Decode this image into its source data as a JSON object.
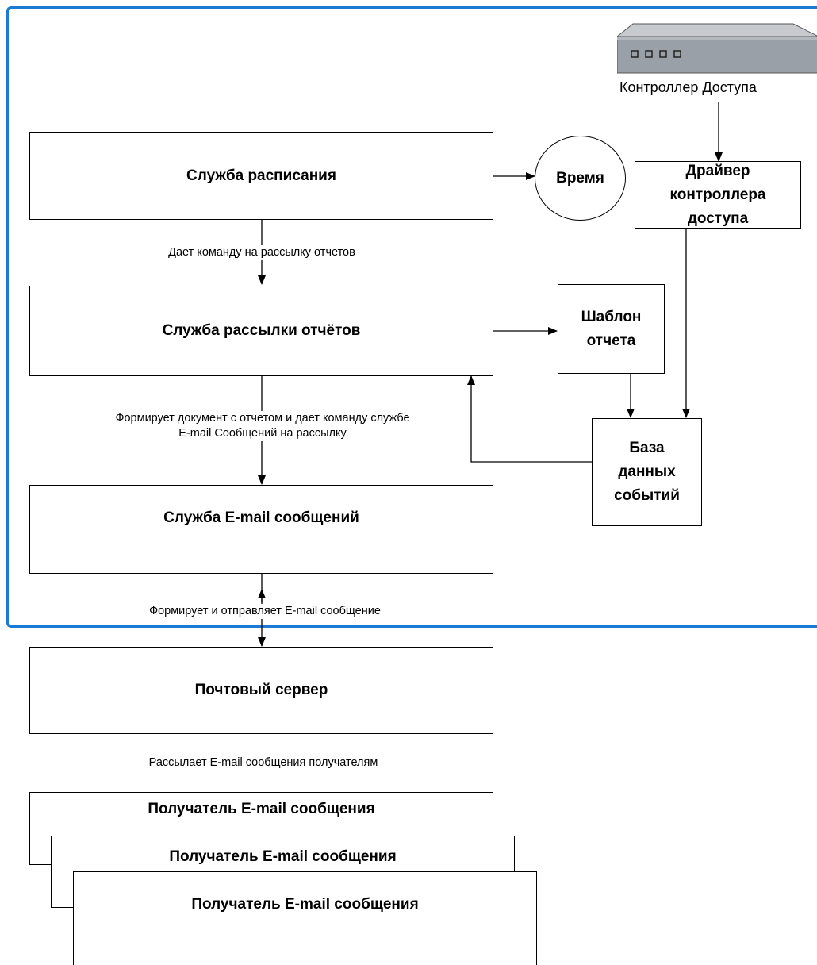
{
  "device": {
    "label": "Контроллер Доступа",
    "icon": "network-device-icon",
    "color": "#9aa0a8"
  },
  "frame_color": "#1a7ad4",
  "nodes": {
    "schedule": "Служба расписания",
    "time": "Время",
    "driver": "Драйвер контроллера доступа",
    "report_service": "Служба рассылки отчётов",
    "template": "Шаблон отчета",
    "events_db": "База данных событий",
    "email_service": "Служба E-mail сообщений",
    "mail_server": "Почтовый сервер",
    "recipients": [
      "Получатель E-mail сообщения",
      "Получатель E-mail сообщения",
      "Получатель E-mail сообщения"
    ]
  },
  "edges": {
    "schedule_to_report": "Дает команду на рассылку отчетов",
    "report_to_email_1": "Формирует документ с отчетом и дает команду службе",
    "report_to_email_2": "E-mail Сообщений на рассылку",
    "email_to_server": "Формирует и отправляет E-mail сообщение",
    "server_to_recipients": "Рассылает E-mail сообщения получателям"
  }
}
